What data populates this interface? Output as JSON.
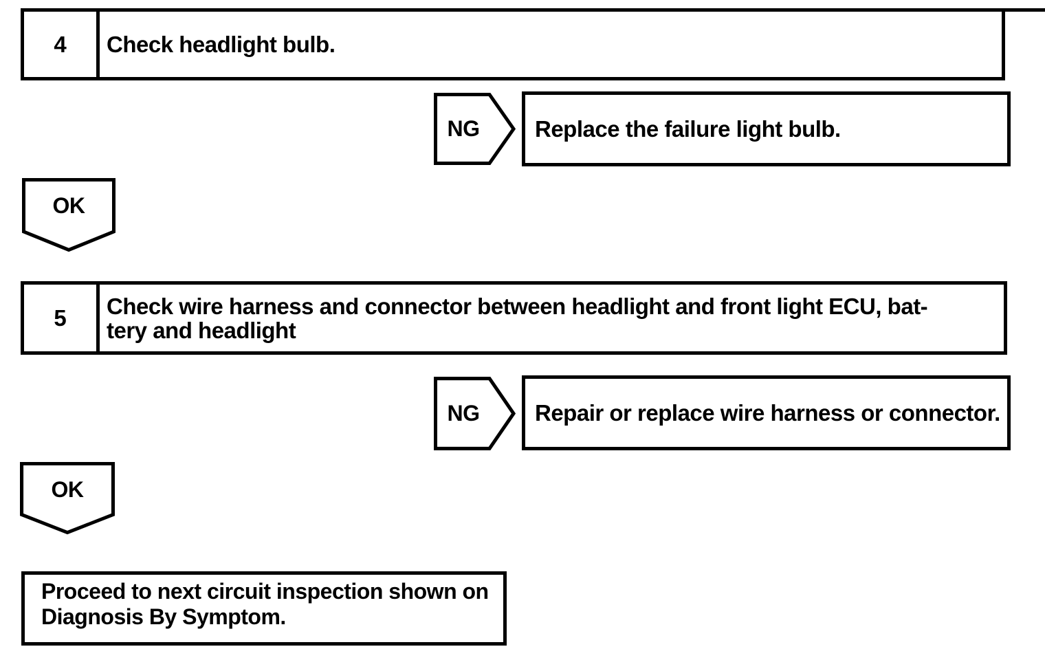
{
  "colors": {
    "ink": "#000000",
    "paper": "#ffffff"
  },
  "flowchart": {
    "steps": [
      {
        "number": "4",
        "title_lines": [
          "Check headlight bulb."
        ],
        "ng": {
          "label": "NG",
          "action": "Replace the failure light bulb."
        },
        "ok": {
          "label": "OK"
        }
      },
      {
        "number": "5",
        "title_lines": [
          "Check wire harness and connector between headlight and front light ECU, bat-",
          "tery and headlight"
        ],
        "ng": {
          "label": "NG",
          "action": "Repair or replace wire harness or connector."
        },
        "ok": {
          "label": "OK"
        }
      }
    ],
    "terminal": {
      "lines": [
        "Proceed to next circuit inspection shown on",
        "Diagnosis By Symptom."
      ]
    }
  }
}
